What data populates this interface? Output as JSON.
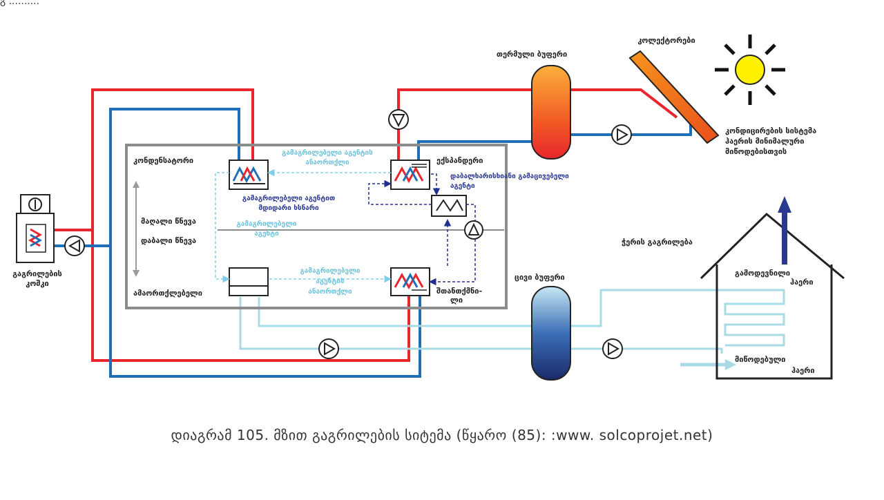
{
  "corner_text": "გ ..........",
  "labels": {
    "thermal_buffer": "თერმული ბუფერი",
    "collectors": "კოლექტორები",
    "conditioning_1": "კონდიცირების სისტემა",
    "conditioning_2": "ჰაერის მინიმალური",
    "conditioning_3": "მიწოდებისთვის",
    "condenser": "კონდენსატორი",
    "refrigerant_return_1": "გამაგრილებელი აგენტის",
    "refrigerant_return_2": "ანაორთქლი",
    "expander": "ექსპანდერი",
    "low_pressure_1": "დაბალხარისხიანი გამაცივებელი",
    "low_pressure_2": "აგენტი",
    "rich_refrigerant_1": "გამაგრილებელი აგენტით",
    "rich_refrigerant_2": "მდიდარი ხსნარი",
    "high_pressure": "მაღალი წნევა",
    "low_pressure": "დაბალი წნევა",
    "refrigerant_1": "გამაგრილებელი",
    "refrigerant_2": "აგენტი",
    "boiler_1": "გაგრილების",
    "boiler_2": "კოშკი",
    "evaporator": "ამაორთქლებელი",
    "refrigerant_vapor_1": "გამაგრილებელი",
    "refrigerant_vapor_2": "აგენტის",
    "refrigerant_vapor_3": "ანაორთქლი",
    "absorber_1": "შთანთქმნი-",
    "absorber_2": "ლი",
    "cold_buffer": "ცივი ბუფერი",
    "air_cooling": "ჭერის გაგრილება",
    "exhaust_air_1": "გამოდევნილი",
    "exhaust_air_2": "ჰაერი",
    "supply_air_1": "მიწოდებული",
    "supply_air_2": "ჰაერი"
  },
  "caption": "დიაგრამ 105. მზით გაგრილების სიტემა  (წყარო (85): :www. solcoprojet.net)",
  "colors": {
    "hot": "#e8262d",
    "cold": "#1f6fb8",
    "chilled": "#a9dbe6",
    "dashed_light": "#7fd0e6",
    "dashed_dark": "#1f2f8f",
    "frame": "#8c8c8c"
  }
}
